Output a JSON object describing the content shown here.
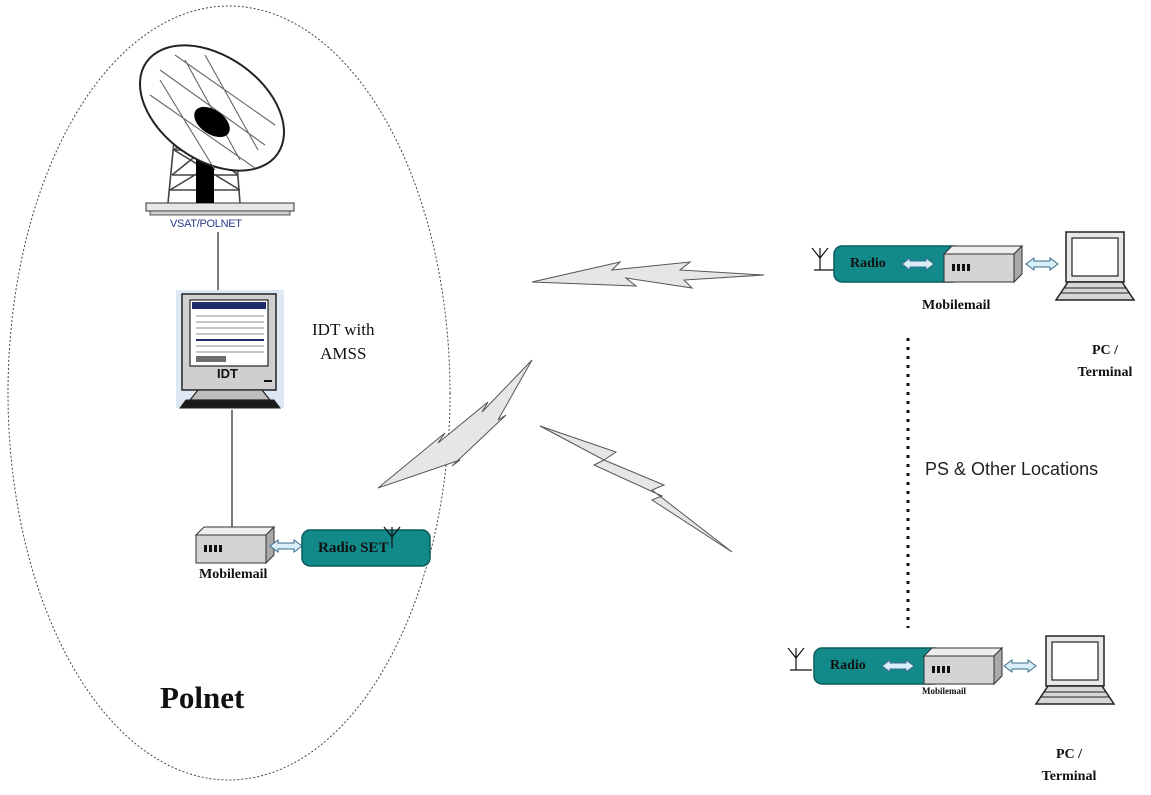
{
  "diagram": {
    "vsat_label": "VSAT/POLNET",
    "idt_screen_label": "IDT",
    "idt_text": {
      "line1": "IDT with",
      "line2": "AMSS"
    },
    "polnet_label": "Polnet",
    "mobilemail_label": "Mobilemail",
    "radio_label": "Radio",
    "radio_set_label": "Radio SET",
    "pc_label": {
      "line1": "PC /",
      "line2": "Terminal"
    },
    "ps_label": "PS & Other Locations"
  },
  "colors": {
    "radio_teal": "#138a8a",
    "modem_grey": "#d4d4d4",
    "link_grey": "#e6e6e6",
    "arrow_blue": "#d8eef8"
  }
}
